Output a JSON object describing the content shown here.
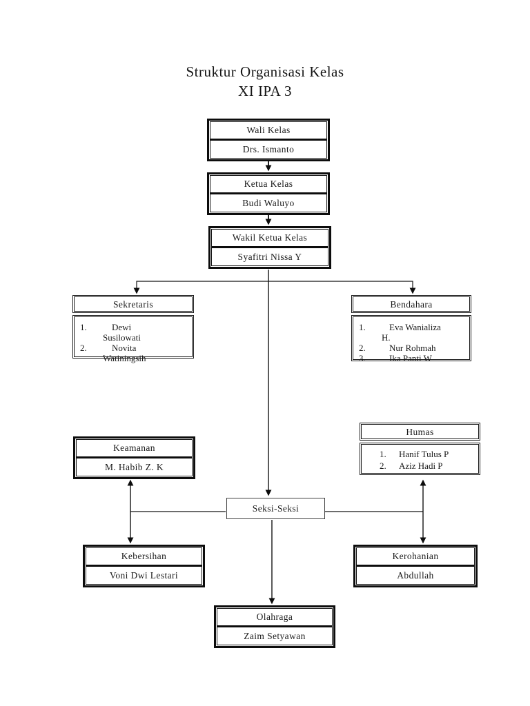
{
  "title": {
    "line1": "Struktur Organisasi Kelas",
    "line2": "XI IPA 3"
  },
  "org": {
    "wali_kelas": {
      "role": "Wali Kelas",
      "name": "Drs. Ismanto"
    },
    "ketua_kelas": {
      "role": "Ketua Kelas",
      "name": "Budi Waluyo"
    },
    "wakil_ketua_kelas": {
      "role": "Wakil Ketua Kelas",
      "name": "Syafitri Nissa Y"
    },
    "sekretaris": {
      "role": "Sekretaris",
      "members": [
        {
          "num": "1.",
          "name": "Dewi Susilowati"
        },
        {
          "num": "2.",
          "name": "Novita Watiningsih"
        }
      ]
    },
    "bendahara": {
      "role": "Bendahara",
      "members": [
        {
          "num": "1.",
          "name": "Eva Wanializa H."
        },
        {
          "num": "2.",
          "name": "Nur Rohmah"
        },
        {
          "num": "3.",
          "name": "Ika Panti W"
        }
      ]
    },
    "keamanan": {
      "role": "Keamanan",
      "name": "M. Habib Z. K"
    },
    "humas": {
      "role": "Humas",
      "members": [
        {
          "num": "1.",
          "name": "Hanif Tulus P"
        },
        {
          "num": "2.",
          "name": "Aziz Hadi P"
        }
      ]
    },
    "seksi_seksi": {
      "role": "Seksi-Seksi"
    },
    "kebersihan": {
      "role": "Kebersihan",
      "name": "Voni Dwi Lestari"
    },
    "kerohanian": {
      "role": "Kerohanian",
      "name": "Abdullah"
    },
    "olahraga": {
      "role": "Olahraga",
      "name": "Zaim Setyawan"
    }
  },
  "colors": {
    "background": "#ffffff",
    "ink": "#1a1a1a",
    "border": "#0c0c0c"
  }
}
